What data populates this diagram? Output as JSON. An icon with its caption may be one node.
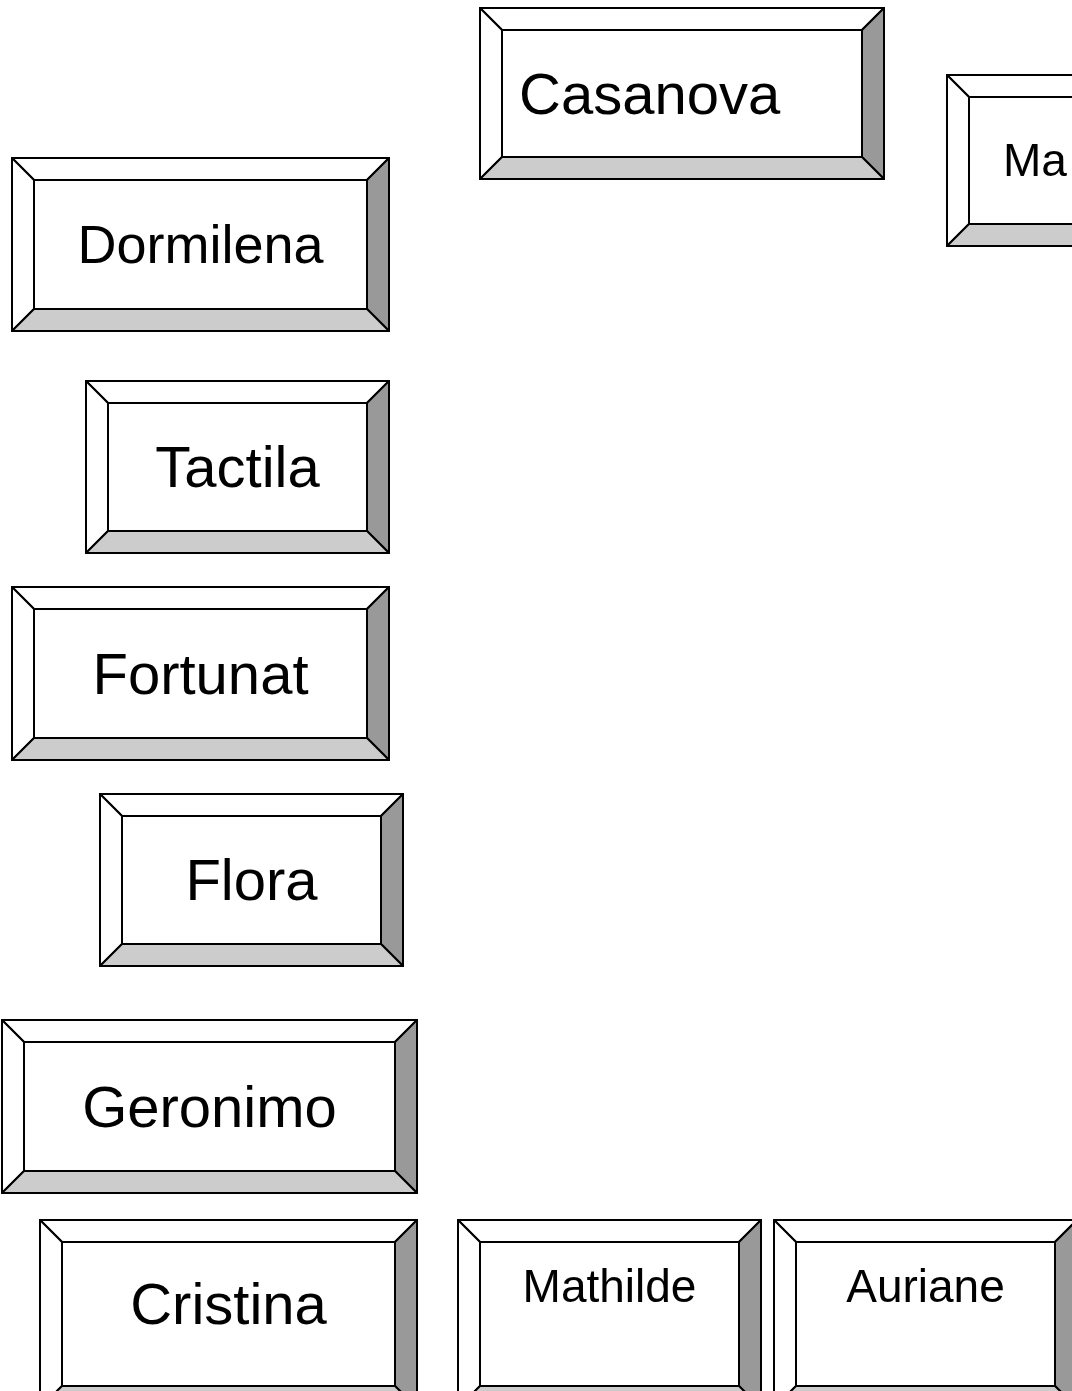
{
  "diagram": {
    "nodes": [
      {
        "text": [
          "Casanova"
        ]
      },
      {
        "text": [
          "Ma"
        ]
      },
      {
        "text": [
          "Dormilena"
        ]
      },
      {
        "text": [
          "Tactila"
        ]
      },
      {
        "text": [
          "Fortunat"
        ]
      },
      {
        "text": [
          "Flora"
        ]
      },
      {
        "text": [
          "Geronimo"
        ]
      },
      {
        "text": [
          "Cristina"
        ]
      },
      {
        "text": [
          "Mathilde"
        ]
      },
      {
        "text": [
          "Auriane"
        ]
      }
    ]
  }
}
